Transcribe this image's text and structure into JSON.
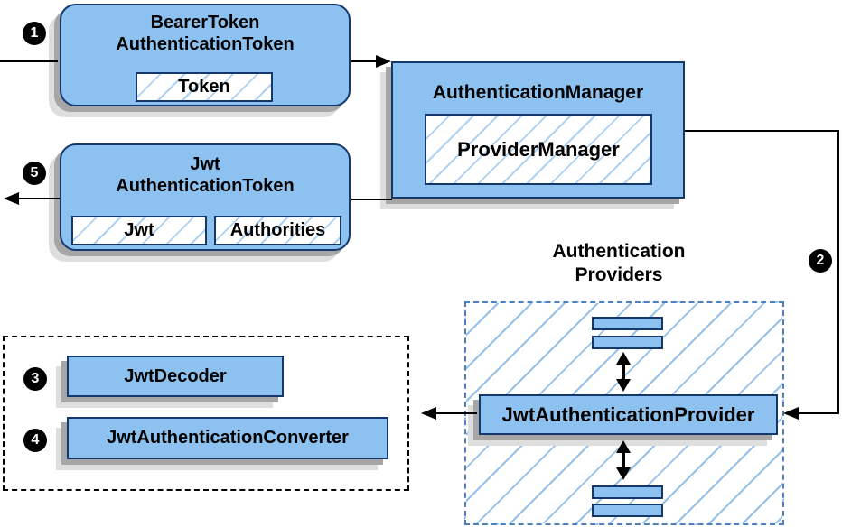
{
  "diagram": {
    "markers": [
      "1",
      "2",
      "3",
      "4",
      "5"
    ],
    "bearer_token": {
      "title1": "BearerToken",
      "title2": "AuthenticationToken",
      "chip": "Token"
    },
    "authentication_manager": {
      "title": "AuthenticationManager",
      "chip": "ProviderManager"
    },
    "jwt_token": {
      "title1": "Jwt",
      "title2": "AuthenticationToken",
      "chip1": "Jwt",
      "chip2": "Authorities"
    },
    "providers": {
      "label1": "Authentication",
      "label2": "Providers",
      "provider": "JwtAuthenticationProvider"
    },
    "decoders": {
      "decoder": "JwtDecoder",
      "converter": "JwtAuthenticationConverter"
    },
    "colors": {
      "node_fill": "#8dc2f0",
      "node_border": "#14386e",
      "hatch_line": "#aed0f2",
      "container_dash_border": "#4d80bf",
      "dashed_group_border": "#000000",
      "shadow_dark": "#a6a6a6",
      "shadow_light": "#dedede",
      "connector": "#000000"
    }
  }
}
